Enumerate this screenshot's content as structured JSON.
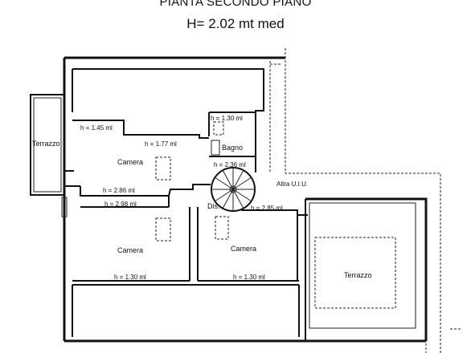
{
  "title": "PIANTA SECONDO PIANO",
  "subtitle": "H= 2.02 mt med",
  "rooms": {
    "terrazzo_left": "Terrazzo",
    "camera_top": "Camera",
    "bagno": "Bagno",
    "altra_ui": "Altra U.I.U.",
    "dis": "Dis.",
    "camera_bottom_left": "Camera",
    "camera_bottom_mid": "Camera",
    "terrazzo_right": "Terrazzo"
  },
  "heights": {
    "h1": "h = 1.45 ml",
    "h2": "h = 1.77 ml",
    "h3": "h = 1.30 ml",
    "h4": "h = 2.36 ml",
    "h5": "h = 2.86 ml",
    "h6": "h = 2.98 ml",
    "h7": "h = 2.85 ml",
    "h8": "h = 1.30 ml",
    "h9": "h = 1.30 ml"
  },
  "colors": {
    "ink": "#111111",
    "paper": "#ffffff"
  }
}
